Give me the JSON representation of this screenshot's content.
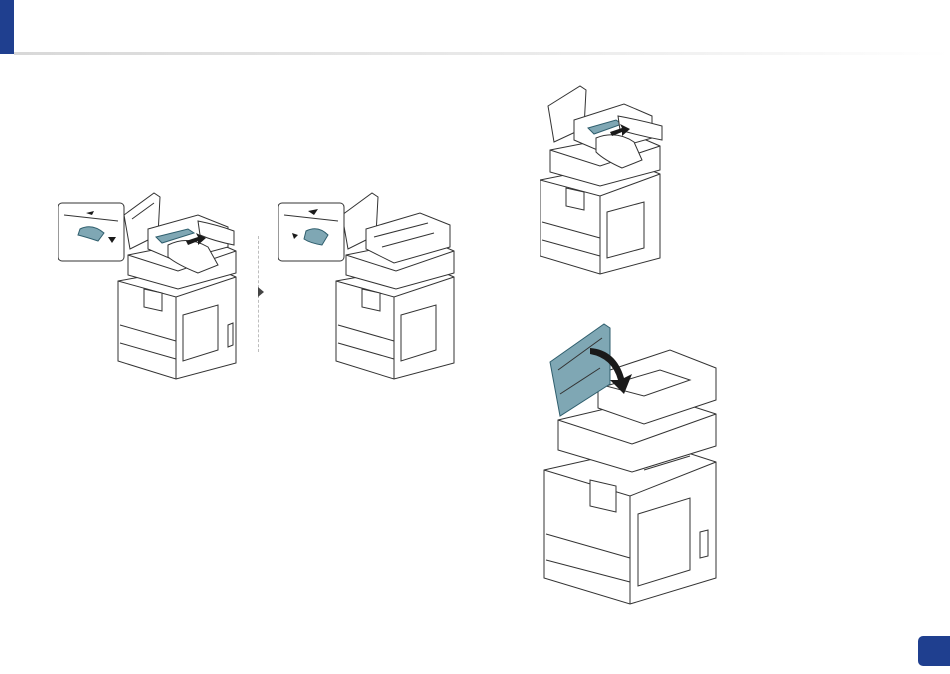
{
  "colors": {
    "accent": "#1f3f8f",
    "highlight": "#7fa7b4",
    "line": "#333333"
  },
  "illustrations": [
    {
      "name": "remove-jam-from-feeder-step-a",
      "icon": "printer-adf-open-remove-paper-icon"
    },
    {
      "name": "remove-jam-from-feeder-step-b",
      "icon": "printer-adf-roller-release-icon"
    },
    {
      "name": "pull-paper-from-feed-area",
      "icon": "printer-adf-pull-paper-icon"
    },
    {
      "name": "close-feeder-cover",
      "icon": "printer-adf-close-cover-icon"
    }
  ],
  "step_separator": {
    "icon": "chevron-right-icon"
  },
  "page_badge": {
    "text": ""
  }
}
